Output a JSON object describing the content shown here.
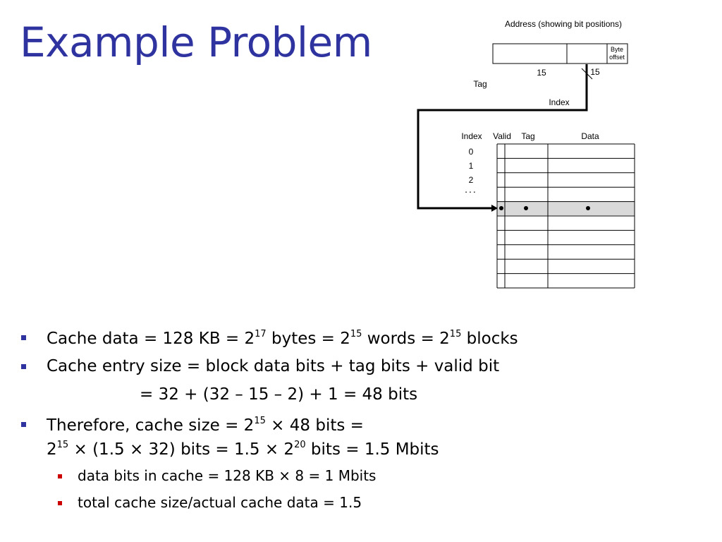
{
  "slide": {
    "title": "Example Problem"
  },
  "diagram": {
    "address_caption": "Address (showing bit positions)",
    "byte_offset_line1": "Byte",
    "byte_offset_line2": "offset",
    "field_bits_left": "15",
    "field_bits_right": "15",
    "tag_label": "Tag",
    "index_label": "Index",
    "table_headers": {
      "index": "Index",
      "valid": "Valid",
      "tag": "Tag",
      "data": "Data"
    },
    "row_labels": [
      "0",
      "1",
      "2"
    ],
    "ellipsis": "...",
    "highlight_fill": "#d9d9d9"
  },
  "bullets": {
    "cache_data": {
      "pre": "Cache data = 128 KB = 2",
      "exp1": "17",
      "mid1": " bytes = 2",
      "exp2": "15",
      "mid2": " words = 2",
      "exp3": "15",
      "post": " blocks"
    },
    "entry_size": "Cache entry size = block data bits  + tag bits + valid bit",
    "entry_calc": "= 32 + (32 – 15 – 2) + 1 = 48 bits",
    "therefore_l1": {
      "pre": "Therefore, cache size = 2",
      "exp": "15",
      "post": " × 48 bits ="
    },
    "therefore_l2": {
      "pre": "2",
      "exp1": "15",
      "mid": " × (1.5 × 32) bits = 1.5 × 2",
      "exp2": "20",
      "post": " bits = 1.5 Mbits"
    },
    "sub1": "data bits in cache = 128 KB × 8 = 1 Mbits",
    "sub2": "total cache size/actual cache data = 1.5"
  },
  "colors": {
    "title": "#2e33a0",
    "bullet_l1": "#2e33a0",
    "bullet_l2": "#cc0000"
  }
}
